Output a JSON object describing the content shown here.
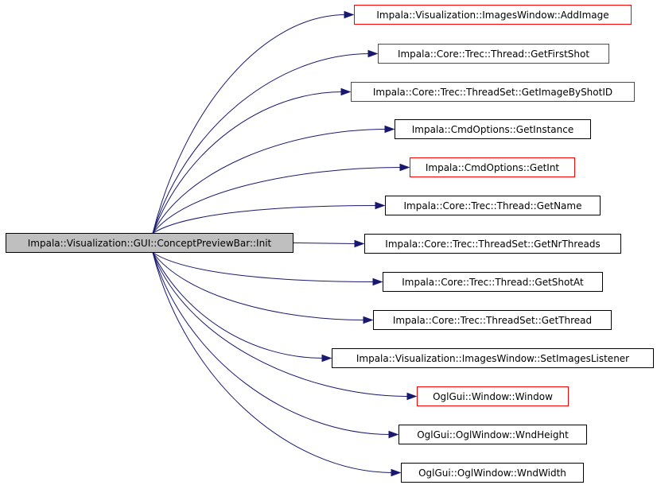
{
  "colors": {
    "edge": "#191970",
    "link_border": "#ff0000",
    "plain_border": "#000000",
    "root_fill": "#bfbfbf"
  },
  "graph": {
    "root": {
      "label": "Impala::Visualization::GUI::ConceptPreviewBar::Init"
    },
    "targets": [
      {
        "label": "Impala::Visualization::ImagesWindow::AddImage",
        "outline": "red"
      },
      {
        "label": "Impala::Core::Trec::Thread::GetFirstShot",
        "outline": "red"
      },
      {
        "label": "Impala::Core::Trec::ThreadSet::GetImageByShotID",
        "outline": "red"
      },
      {
        "label": "Impala::CmdOptions::GetInstance",
        "outline": "black"
      },
      {
        "label": "Impala::CmdOptions::GetInt",
        "outline": "red"
      },
      {
        "label": "Impala::Core::Trec::Thread::GetName",
        "outline": "black"
      },
      {
        "label": "Impala::Core::Trec::ThreadSet::GetNrThreads",
        "outline": "black"
      },
      {
        "label": "Impala::Core::Trec::Thread::GetShotAt",
        "outline": "black"
      },
      {
        "label": "Impala::Core::Trec::ThreadSet::GetThread",
        "outline": "black"
      },
      {
        "label": "Impala::Visualization::ImagesWindow::SetImagesListener",
        "outline": "black"
      },
      {
        "label": "OglGui::Window::Window",
        "outline": "red"
      },
      {
        "label": "OglGui::OglWindow::WndHeight",
        "outline": "black"
      },
      {
        "label": "OglGui::OglWindow::WndWidth",
        "outline": "black"
      }
    ]
  }
}
